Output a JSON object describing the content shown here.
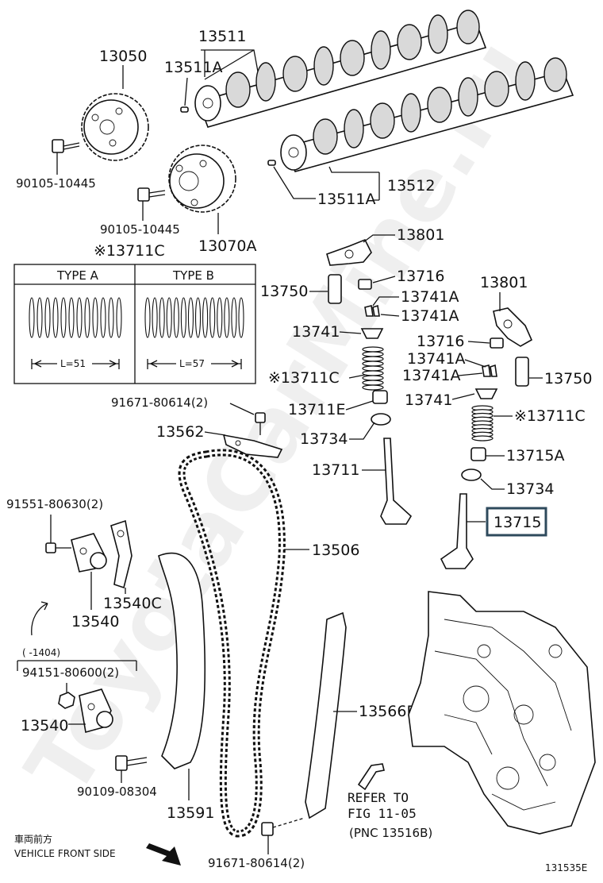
{
  "watermark": "ToyotaCarMine.ru",
  "parts": {
    "p13511": "13511",
    "p13511A_top": "13511A",
    "p13050": "13050",
    "p90105_a": "90105-10445",
    "p90105_b": "90105-10445",
    "p13070A": "13070A",
    "p13512": "13512",
    "p13511A_bot": "13511A",
    "p13711C_table": "※13711C",
    "p13801_a": "13801",
    "p13716_a": "13716",
    "p13750_a": "13750",
    "p13741A_a1": "13741A",
    "p13741A_a2": "13741A",
    "p13741_a": "13741",
    "p13711C_a": "※13711C",
    "p13711E": "13711E",
    "p13734_a": "13734",
    "p13711": "13711",
    "p13801_b": "13801",
    "p13716_b": "13716",
    "p13741A_b1": "13741A",
    "p13741A_b2": "13741A",
    "p13750_b": "13750",
    "p13741_b": "13741",
    "p13711C_b": "※13711C",
    "p13715A": "13715A",
    "p13734_b": "13734",
    "p13715": "13715",
    "p91671_a": "91671-80614(2)",
    "p13562": "13562",
    "p13506": "13506",
    "p91551": "91551-80630(2)",
    "p13540C": "13540C",
    "p13540_a": "13540",
    "p1404": "(      -1404)",
    "p94151": "94151-80600(2)",
    "p13540_b": "13540",
    "p13566B": "13566B",
    "p90109": "90109-08304",
    "p13591": "13591",
    "p91671_b": "91671-80614(2)"
  },
  "spring_table": {
    "type_a": "TYPE A",
    "type_b": "TYPE B",
    "len_a": "L=51",
    "len_b": "L=57"
  },
  "refer": {
    "line1": "REFER TO",
    "line2": "FIG 11-05",
    "line3": "(PNC 13516B)"
  },
  "vehicle_front": {
    "jp": "車両前方",
    "en": "VEHICLE FRONT SIDE"
  },
  "figure_id": "131535E",
  "highlight_color": "#2e4a5c"
}
